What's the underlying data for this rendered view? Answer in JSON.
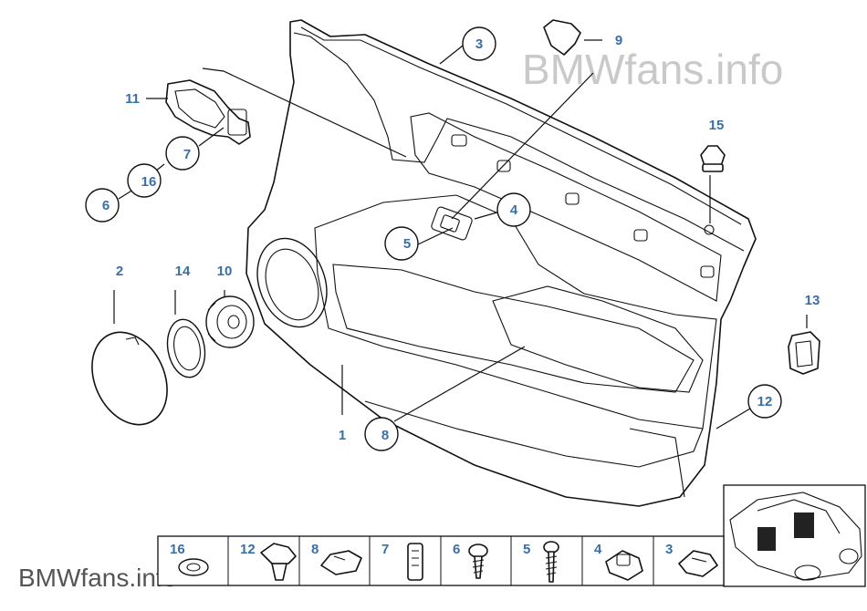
{
  "watermark_top": "BMWfans.info",
  "watermark_bottom": "BMWfans.info",
  "callouts": {
    "c1": "1",
    "c2": "2",
    "c3": "3",
    "c4": "4",
    "c5": "5",
    "c6": "6",
    "c7": "7",
    "c8": "8",
    "c9": "9",
    "c10": "10",
    "c11": "11",
    "c12": "12",
    "c13": "13",
    "c14": "14",
    "c15": "15",
    "c16": "16"
  },
  "strip_labels": [
    "16",
    "12",
    "8",
    "7",
    "6",
    "5",
    "4",
    "3"
  ]
}
